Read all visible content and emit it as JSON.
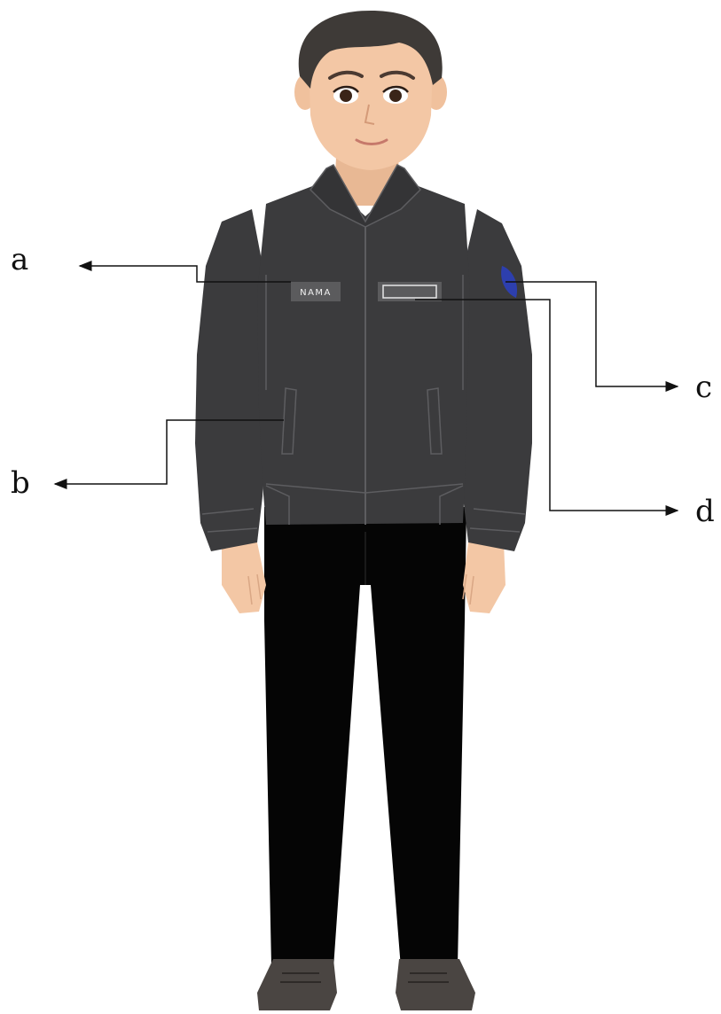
{
  "figure": {
    "name_tag_text": "NAMA",
    "callouts": [
      {
        "id": "a",
        "label": "a"
      },
      {
        "id": "b",
        "label": "b"
      },
      {
        "id": "c",
        "label": "c"
      },
      {
        "id": "d",
        "label": "d"
      }
    ]
  },
  "colors": {
    "jacket": "#3b3b3d",
    "jacket_line": "#5d5d60",
    "pants": "#050505",
    "skin": "#f3c7a5",
    "hair": "#3e3a37",
    "shoe": "#4a4542",
    "name_tag": "#5b5b5d",
    "patch": "#2d3fae",
    "callout_line": "#111111"
  }
}
